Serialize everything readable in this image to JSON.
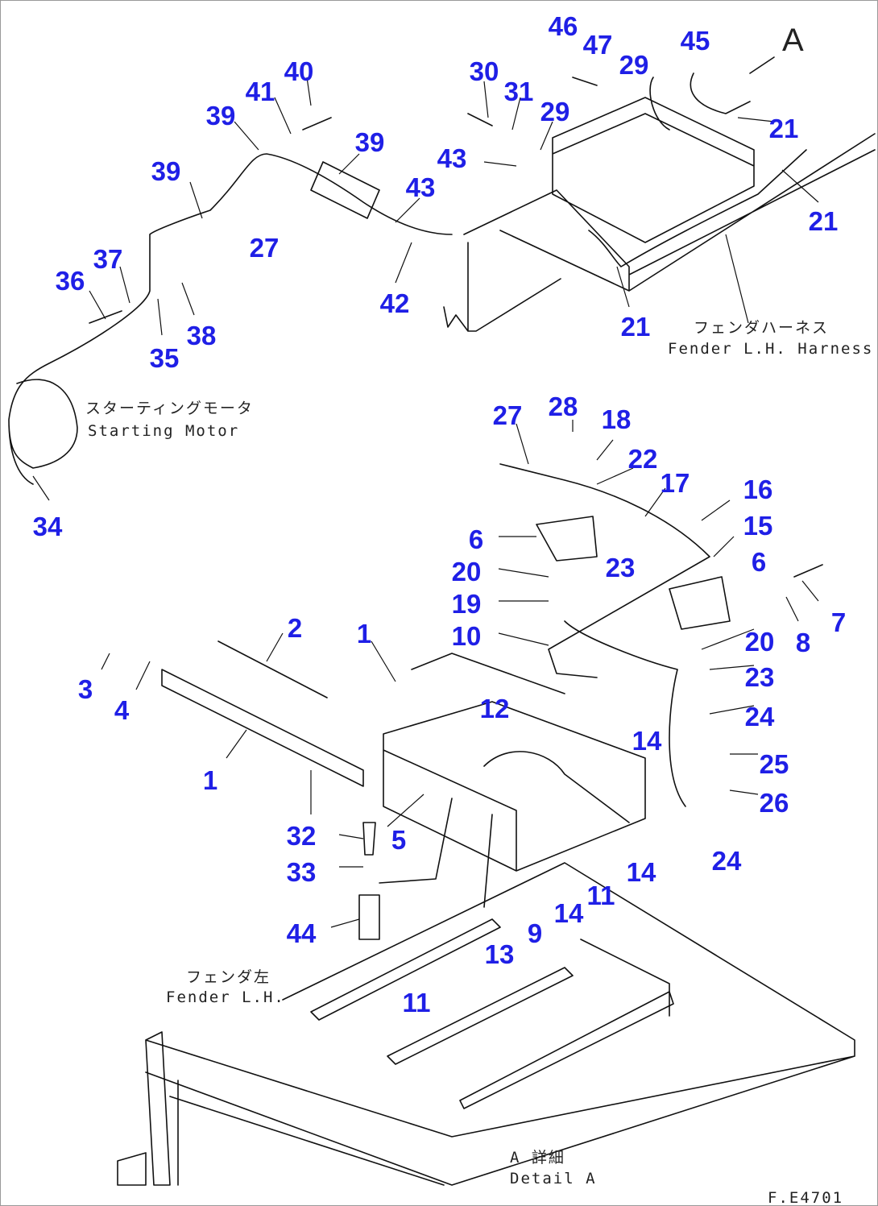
{
  "diagram": {
    "view_letter": "A",
    "callouts": [
      "46",
      "47",
      "29",
      "45",
      "30",
      "31",
      "29",
      "40",
      "41",
      "39",
      "39",
      "43",
      "43",
      "21",
      "21",
      "21",
      "39",
      "27",
      "42",
      "37",
      "36",
      "38",
      "35",
      "34",
      "27",
      "28",
      "18",
      "22",
      "17",
      "16",
      "15",
      "6",
      "6",
      "20",
      "23",
      "19",
      "7",
      "8",
      "10",
      "20",
      "23",
      "2",
      "1",
      "3",
      "4",
      "12",
      "24",
      "14",
      "1",
      "25",
      "26",
      "32",
      "5",
      "33",
      "14",
      "11",
      "14",
      "9",
      "44",
      "13",
      "11",
      "24"
    ],
    "labels": {
      "fender_harness_jp": "フェンダハーネス",
      "fender_harness_en": "Fender L.H. Harness",
      "starting_motor_jp": "スターティングモータ",
      "starting_motor_en": "Starting Motor",
      "fender_lh_jp": "フェンダ左",
      "fender_lh_en": "Fender L.H.",
      "detail_a_jp": "A 詳細",
      "detail_a_en": "Detail A"
    },
    "drawing_code": "F.E4701",
    "callout_color": "#1f1fe6"
  }
}
